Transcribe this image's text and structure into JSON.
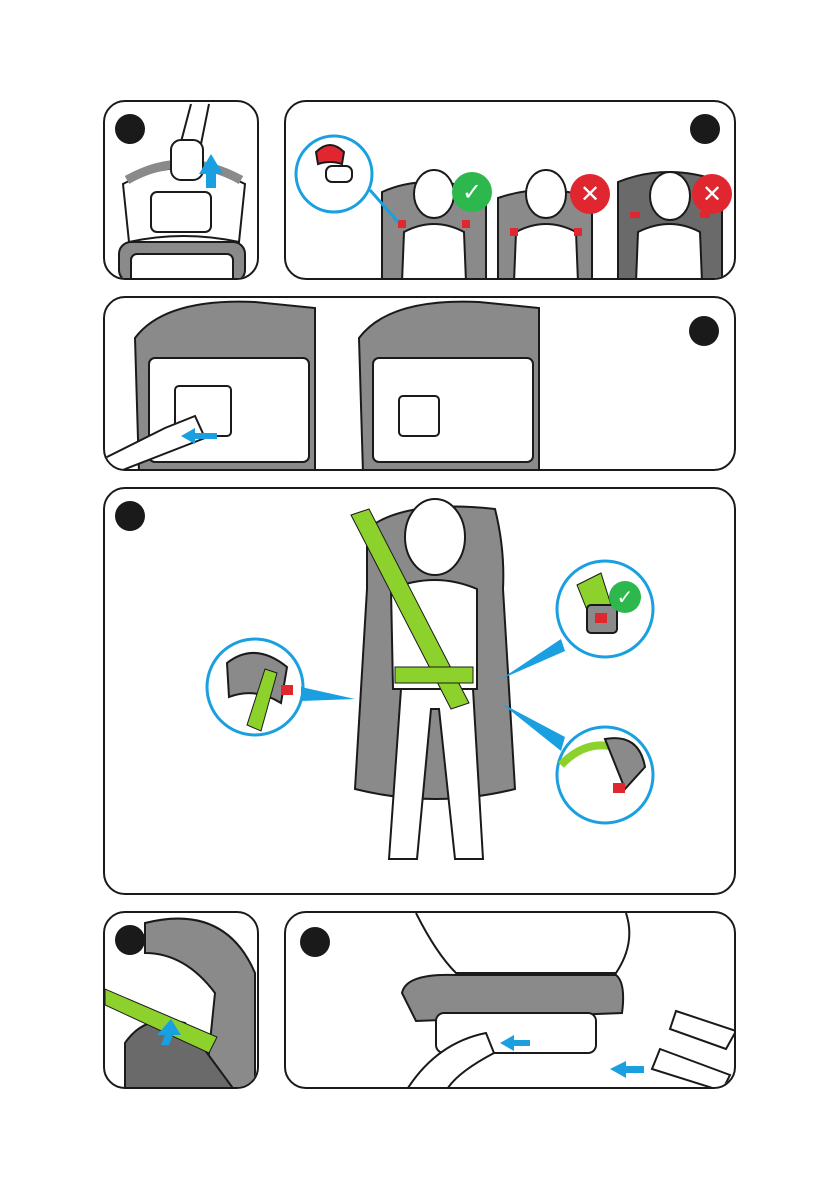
{
  "colors": {
    "accent_blue": "#1aa0e0",
    "belt_green": "#8cd12c",
    "ok_green": "#2cb84c",
    "error_red": "#e0262f",
    "seat_gray": "#8a8a8a",
    "seat_dark": "#6a6a6a",
    "outline": "#1a1a1a"
  },
  "icons": {
    "ok": "check-icon",
    "error": "cross-icon",
    "check_glyph": "✓",
    "cross_glyph": "✕"
  },
  "steps": [
    {
      "id": "step-1"
    },
    {
      "id": "step-2"
    },
    {
      "id": "step-3"
    },
    {
      "id": "step-4"
    },
    {
      "id": "step-5"
    },
    {
      "id": "step-6"
    }
  ]
}
